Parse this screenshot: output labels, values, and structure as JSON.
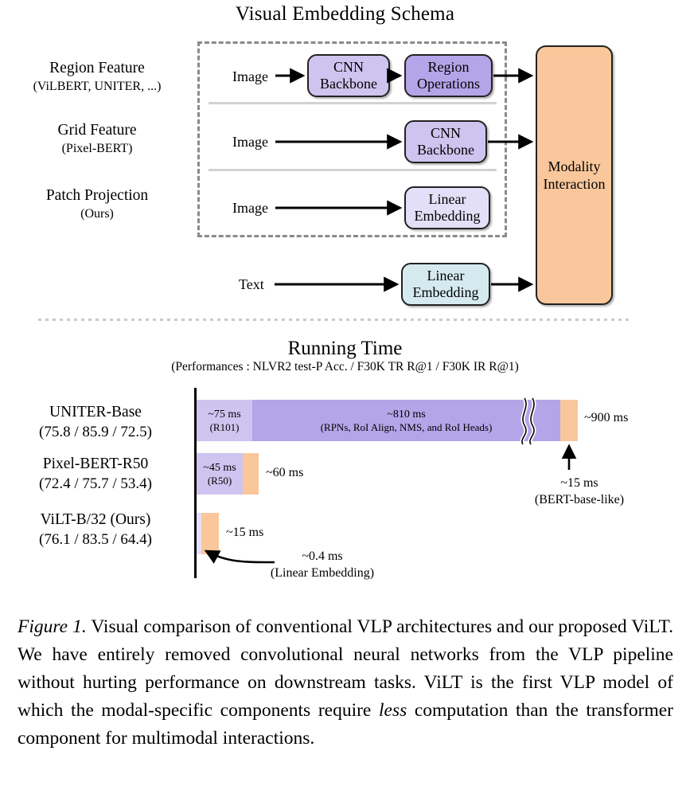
{
  "schema": {
    "title": "Visual Embedding Schema",
    "rows": [
      {
        "label_main": "Region Feature",
        "label_sub": "(ViLBERT, UNITER, ...)",
        "source": "Image",
        "boxes": [
          "CNN Backbone",
          "Region Operations"
        ]
      },
      {
        "label_main": "Grid Feature",
        "label_sub": "(Pixel-BERT)",
        "source": "Image",
        "boxes": [
          "CNN Backbone"
        ]
      },
      {
        "label_main": "Patch Projection",
        "label_sub": "(Ours)",
        "source": "Image",
        "boxes": [
          "Linear Embedding"
        ]
      }
    ],
    "text_row": {
      "source": "Text",
      "box": "Linear Embedding"
    },
    "interaction_box": "Modality Interaction",
    "box_labels": {
      "cnn_backbone_region_l1": "CNN",
      "cnn_backbone_region_l2": "Backbone",
      "region_operations_l1": "Region",
      "region_operations_l2": "Operations",
      "cnn_backbone_grid_l1": "CNN",
      "cnn_backbone_grid_l2": "Backbone",
      "linear_embedding_image_l1": "Linear",
      "linear_embedding_image_l2": "Embedding",
      "linear_embedding_text_l1": "Linear",
      "linear_embedding_text_l2": "Embedding",
      "modality_interaction_l1": "Modality",
      "modality_interaction_l2": "Interaction"
    },
    "colors": {
      "cnn_backbone": "#cfc4ef",
      "region_operations": "#b3a5e8",
      "linear_embedding_image": "#e4dff8",
      "linear_embedding_text": "#d5eaef",
      "modality_interaction": "#f9c79b",
      "group_border": "#8a8a8a",
      "row_divider": "#d2d2d2"
    }
  },
  "runtime": {
    "title": "Running Time",
    "subtitle": "(Performances : NLVR2 test-P Acc. / F30K TR R@1 / F30K IR R@1)",
    "models": [
      {
        "label_main": "UNITER-Base",
        "label_sub": "(75.8 / 85.9 / 72.5)",
        "performance": {
          "nlvr2_test_p_acc": 75.8,
          "f30k_tr_r1": 85.9,
          "f30k_ir_r1": 72.5
        },
        "segments": [
          {
            "name": "backbone",
            "l1": "~75 ms",
            "l2": "(R101)",
            "ms": 75,
            "color": "#cfc4ef"
          },
          {
            "name": "region-operations",
            "l1": "~810 ms",
            "l2": "(RPNs, RoI Align, NMS, and RoI Heads)",
            "ms": 810,
            "color": "#b3a5e8"
          },
          {
            "name": "modality-interaction",
            "l1": "",
            "l2": "",
            "ms": 15,
            "color": "#f9c79b"
          }
        ],
        "total_label": "~900 ms",
        "total_ms": 900,
        "callout_l1": "~15 ms",
        "callout_l2": "(BERT-base-like)",
        "has_axis_break": true
      },
      {
        "label_main": "Pixel-BERT-R50",
        "label_sub": "(72.4 / 75.7 / 53.4)",
        "performance": {
          "nlvr2_test_p_acc": 72.4,
          "f30k_tr_r1": 75.7,
          "f30k_ir_r1": 53.4
        },
        "segments": [
          {
            "name": "backbone",
            "l1": "~45 ms",
            "l2": "(R50)",
            "ms": 45,
            "color": "#cfc4ef"
          },
          {
            "name": "modality-interaction",
            "l1": "",
            "l2": "",
            "ms": 15,
            "color": "#f9c79b"
          }
        ],
        "total_label": "~60 ms",
        "total_ms": 60,
        "has_axis_break": false
      },
      {
        "label_main": "ViLT-B/32 (Ours)",
        "label_sub": "(76.1 / 83.5 / 64.4)",
        "performance": {
          "nlvr2_test_p_acc": 76.1,
          "f30k_tr_r1": 83.5,
          "f30k_ir_r1": 64.4
        },
        "segments": [
          {
            "name": "linear-embedding",
            "l1": "",
            "l2": "",
            "ms": 0.4,
            "color": "#e4dff8"
          },
          {
            "name": "modality-interaction",
            "l1": "",
            "l2": "",
            "ms": 15,
            "color": "#f9c79b"
          }
        ],
        "total_label": "~15 ms",
        "total_ms": 15,
        "callout_l1": "~0.4 ms",
        "callout_l2": "(Linear Embedding)",
        "has_axis_break": false
      }
    ]
  },
  "chart_data": {
    "type": "bar",
    "title": "Running Time",
    "subtitle": "(Performances : NLVR2 test-P Acc. / F30K TR R@1 / F30K IR R@1)",
    "orientation": "horizontal",
    "stacked": true,
    "xlabel": "",
    "ylabel": "",
    "unit": "ms",
    "categories": [
      "UNITER-Base",
      "Pixel-BERT-R50",
      "ViLT-B/32 (Ours)"
    ],
    "series": [
      {
        "name": "CNN Backbone",
        "values": [
          75,
          45,
          0
        ],
        "color": "#cfc4ef"
      },
      {
        "name": "Region Operations",
        "values": [
          810,
          0,
          0
        ],
        "color": "#b3a5e8"
      },
      {
        "name": "Linear Embedding",
        "values": [
          0,
          0,
          0.4
        ],
        "color": "#e4dff8"
      },
      {
        "name": "Modality Interaction",
        "values": [
          15,
          15,
          15
        ],
        "color": "#f9c79b"
      }
    ],
    "totals": [
      900,
      60,
      15
    ],
    "annotations": [
      "~75 ms (R101)",
      "~810 ms (RPNs, RoI Align, NMS, and RoI Heads)",
      "~900 ms",
      "~15 ms (BERT-base-like)",
      "~45 ms (R50)",
      "~60 ms",
      "~15 ms",
      "~0.4 ms (Linear Embedding)"
    ],
    "grid": false,
    "legend": "none",
    "axis_break": true
  },
  "caption": {
    "figure_label": "Figure 1.",
    "text_before_em": " Visual comparison of conventional VLP architectures and our proposed ViLT. We have entirely removed convolutional neural networks from the VLP pipeline without hurting performance on downstream tasks. ViLT is the first VLP model of which the modal-specific components require ",
    "emphasis": "less",
    "text_after_em": " computation than the transformer component for multimodal interactions."
  }
}
